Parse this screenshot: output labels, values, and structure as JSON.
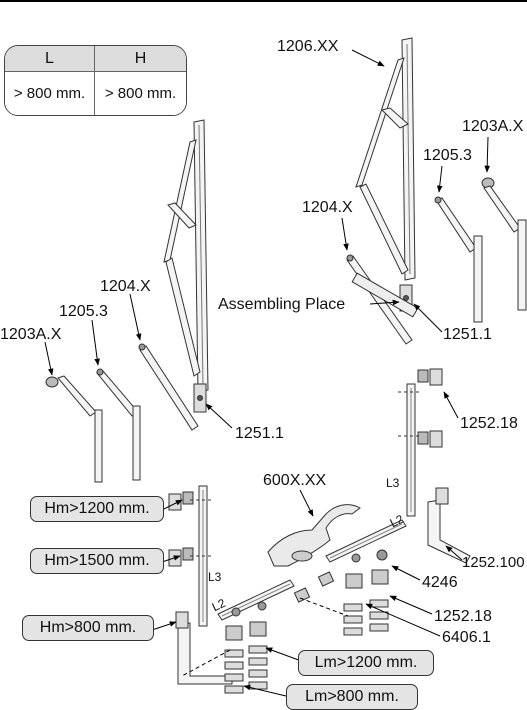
{
  "dimension_table": {
    "headers": [
      "L",
      "H"
    ],
    "values": [
      "> 800 mm.",
      "> 800 mm."
    ]
  },
  "part_labels": {
    "p1206": "1206.XX",
    "p1203a_right": "1203A.X",
    "p1205_right": "1205.3",
    "p1204_right": "1204.X",
    "assembling_place": "Assembling Place",
    "p1251_right": "1251.1",
    "p1204_left": "1204.X",
    "p1205_left": "1205.3",
    "p1203a_left": "1203A.X",
    "p1251_left": "1251.1",
    "p1252_18_top": "1252.18",
    "p600x": "600X.XX",
    "l3_right": "L3",
    "l3_left": "L3",
    "l2_left": "L2",
    "l2_right": "L2",
    "p1252_100": "1252.100",
    "p4246": "4246",
    "p1252_18_bottom": "1252.18",
    "p6406": "6406.1"
  },
  "dimension_boxes": {
    "hm1200": "Hm>1200 mm.",
    "hm1500": "Hm>1500 mm.",
    "hm800": "Hm>800 mm.",
    "lm1200": "Lm>1200 mm.",
    "lm800": "Lm>800 mm."
  }
}
